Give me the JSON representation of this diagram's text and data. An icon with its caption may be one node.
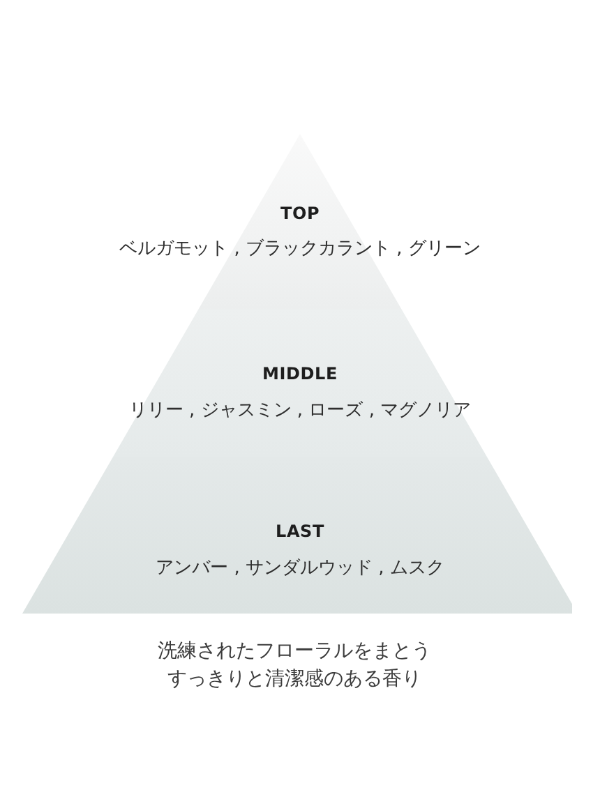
{
  "diagram": {
    "nodes": [
      {
        "text": [
          "TOP",
          "ベルガモット , ブラックカラント , グリーン"
        ]
      },
      {
        "text": [
          "MIDDLE",
          "リリー , ジャスミン , ローズ , マグノリア"
        ]
      },
      {
        "text": [
          "LAST",
          "アンバー , サンダルウッド , ムスク"
        ]
      }
    ],
    "labels": [
      "洗練されたフローラルをまとうすっきりと清潔感のある香り"
    ]
  }
}
